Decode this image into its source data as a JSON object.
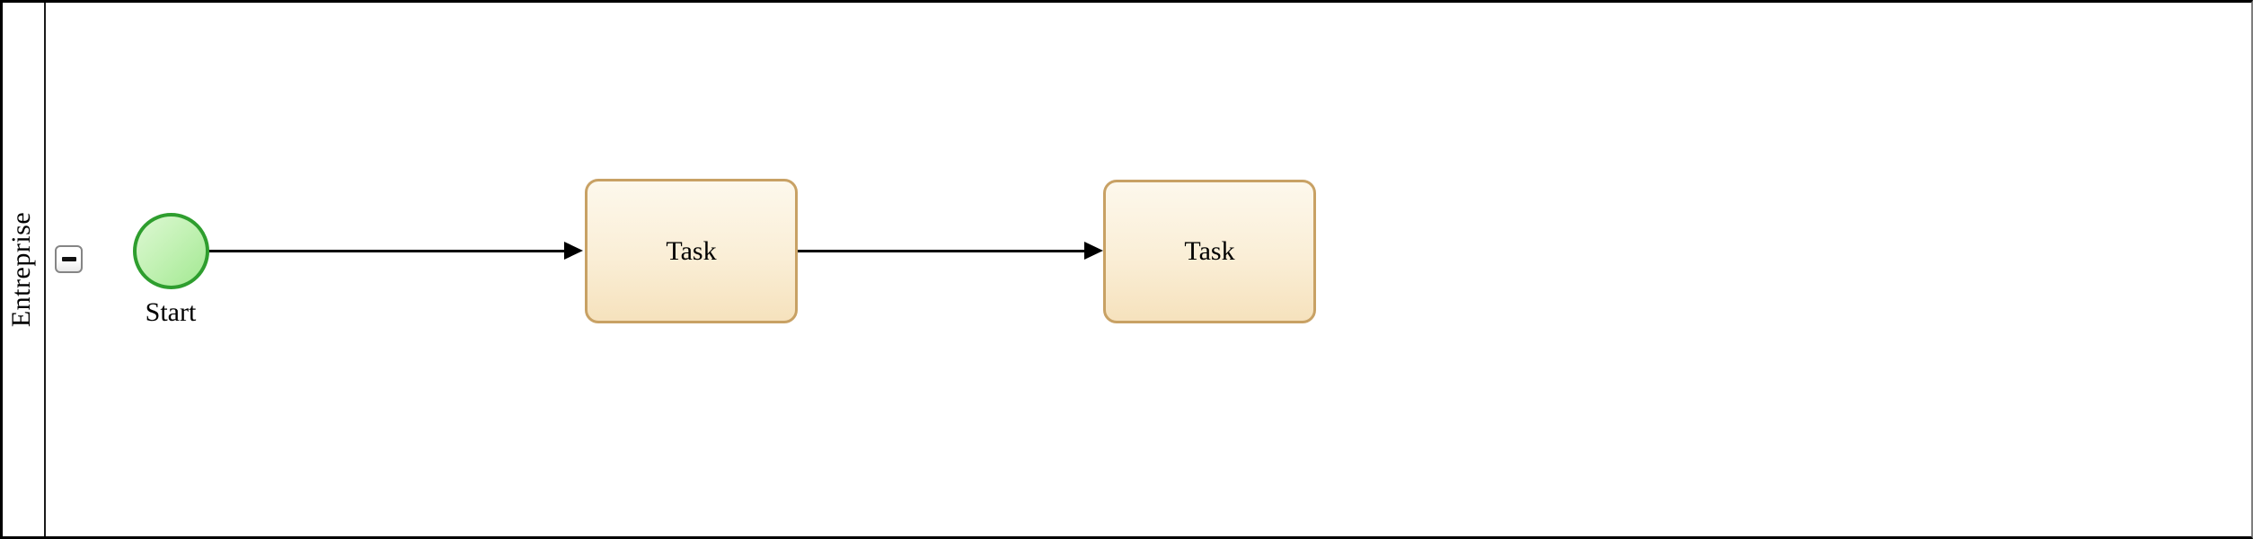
{
  "pool": {
    "label": "Entreprise",
    "collapse_button_glyph": "−"
  },
  "nodes": {
    "start_event": {
      "label": "Start"
    },
    "task1": {
      "label": "Task"
    },
    "task2": {
      "label": "Task"
    }
  },
  "connectors": [
    {
      "from": "start_event",
      "to": "task1",
      "type": "sequence-flow"
    },
    {
      "from": "task1",
      "to": "task2",
      "type": "sequence-flow"
    }
  ],
  "colors": {
    "start_event_stroke": "#2e9e2e",
    "start_event_fill_top": "#ddf8d3",
    "start_event_fill_bottom": "#a3e992",
    "task_stroke": "#c8a164",
    "task_fill_top": "#fdf8ec",
    "task_fill_bottom": "#f6e2bd",
    "connector": "#000000",
    "pool_border": "#000000",
    "canvas_background": "#ffffff"
  }
}
